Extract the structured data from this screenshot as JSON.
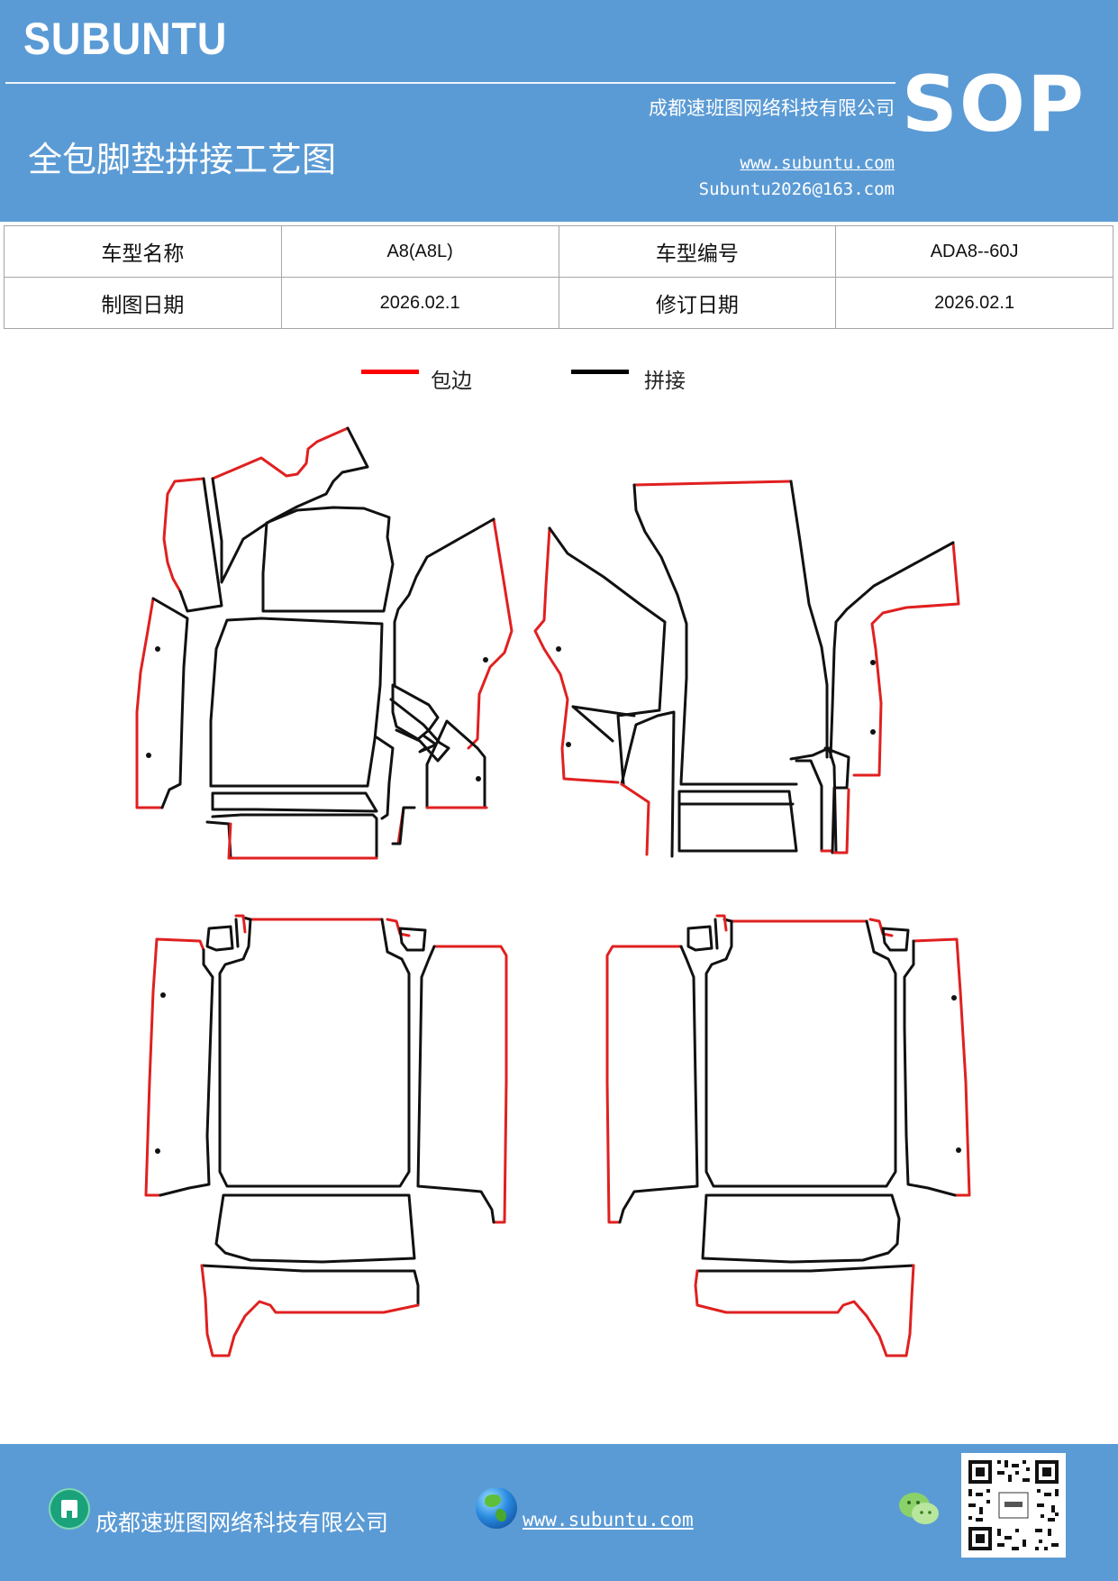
{
  "header": {
    "logo": "SUBUNTU",
    "doc_type": "SOP",
    "company": "成都速班图网络科技有限公司",
    "title": "全包脚垫拼接工艺图",
    "website": "www.subuntu.com",
    "email": "Subuntu2026@163.com"
  },
  "info_table": {
    "rows": [
      {
        "label1": "车型名称",
        "value1": "A8(A8L)",
        "label2": "车型编号",
        "value2": "ADA8--60J"
      },
      {
        "label1": "制图日期",
        "value1": "2026.02.1",
        "label2": "修订日期",
        "value2": "2026.02.1"
      }
    ]
  },
  "legend": {
    "items": [
      {
        "label": "包边",
        "color": "#ff0000"
      },
      {
        "label": "拼接",
        "color": "#000000"
      }
    ]
  },
  "colors": {
    "header_bg": "#5b9bd5",
    "edge_red": "#e02020",
    "seam_black": "#111111"
  },
  "footer": {
    "company": "成都速班图网络科技有限公司",
    "website": "www.subuntu.com",
    "icons": [
      "building-icon",
      "globe-icon",
      "wechat-icon",
      "qr-code"
    ]
  }
}
